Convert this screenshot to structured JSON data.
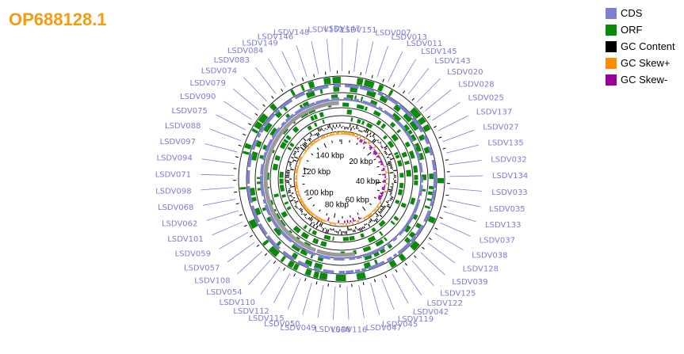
{
  "title": "OP688128.1",
  "legend": [
    {
      "label": "CDS",
      "color": "#8080d0"
    },
    {
      "label": "ORF",
      "color": "#0a8a0a"
    },
    {
      "label": "GC Content",
      "color": "#000000"
    },
    {
      "label": "GC Skew+",
      "color": "#ff8c00"
    },
    {
      "label": "GC Skew-",
      "color": "#990099"
    }
  ],
  "genome_length_kbp": 151,
  "scale_labels": [
    "20 kbp",
    "40 kbp",
    "60 kbp",
    "80 kbp",
    "100 kbp",
    "120 kbp",
    "140 kbp"
  ],
  "genes": [
    "LSDV149",
    "LSDV146",
    "LSDV148",
    "LSDV152",
    "LSDV147",
    "LSDV151",
    "LSDV007",
    "LSDV013",
    "LSDV011",
    "LSDV145",
    "LSDV143",
    "LSDV020",
    "LSDV028",
    "LSDV025",
    "LSDV137",
    "LSDV027",
    "LSDV135",
    "LSDV032",
    "LSDV134",
    "LSDV033",
    "LSDV035",
    "LSDV133",
    "LSDV037",
    "LSDV038",
    "LSDV128",
    "LSDV039",
    "LSDV125",
    "LSDV122",
    "LSDV042",
    "LSDV119",
    "LSDV045",
    "LSDV047",
    "LSDV116",
    "LSDV048",
    "LSDV049",
    "LSDV050",
    "LSDV115",
    "LSDV112",
    "LSDV110",
    "LSDV054",
    "LSDV108",
    "LSDV057",
    "LSDV059",
    "LSDV101",
    "LSDV062",
    "LSDV068",
    "LSDV098",
    "LSDV071",
    "LSDV094",
    "LSDV097",
    "LSDV088",
    "LSDV075",
    "LSDV090",
    "LSDV079",
    "LSDV074",
    "LSDV083",
    "LSDV084"
  ]
}
